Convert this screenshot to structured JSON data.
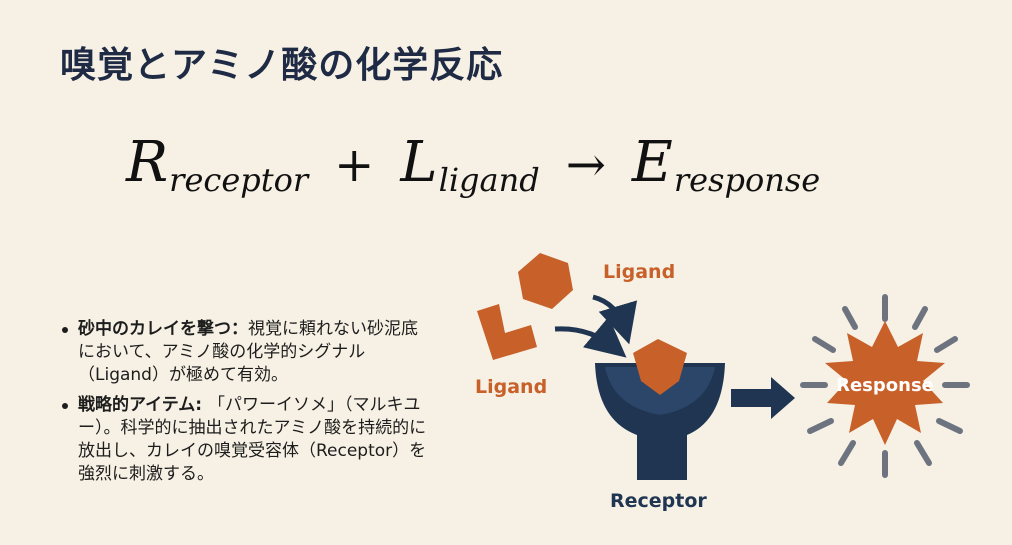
{
  "title": "嗅覚とアミノ酸の化学反応",
  "equation": {
    "receptor_var": "R",
    "receptor_sub": "receptor",
    "plus": "+",
    "ligand_var": "L",
    "ligand_sub": "ligand",
    "arrow": "→",
    "response_var": "E",
    "response_sub": "response"
  },
  "bullets": [
    {
      "lead": "砂中のカレイを撃つ：",
      "text": "視覚に頼れない砂泥底において、アミノ酸の化学的シグナル（Ligand）が極めて有効。"
    },
    {
      "lead": "戦略的アイテム: ",
      "text": "「パワーイソメ」（マルキユー）。科学的に抽出されたアミノ酸を持続的に放出し、カレイの嗅覚受容体（Receptor）を強烈に刺激する。"
    }
  ],
  "diagram": {
    "ligand_label_top": "Ligand",
    "ligand_label_left": "Ligand",
    "receptor_label": "Receptor",
    "response_label": "Response",
    "colors": {
      "ligand": "#c8602a",
      "receptor": "#1f3552",
      "arrow": "#1f3552",
      "burst_rays": "#6d7480",
      "label_orange": "#c8602a",
      "label_navy": "#1f3552"
    },
    "icons": [
      "hexagon-ligand",
      "chevron-ligand",
      "pentagon-ligand",
      "funnel-receptor",
      "starburst-response",
      "curved-arrow",
      "right-arrow"
    ]
  }
}
